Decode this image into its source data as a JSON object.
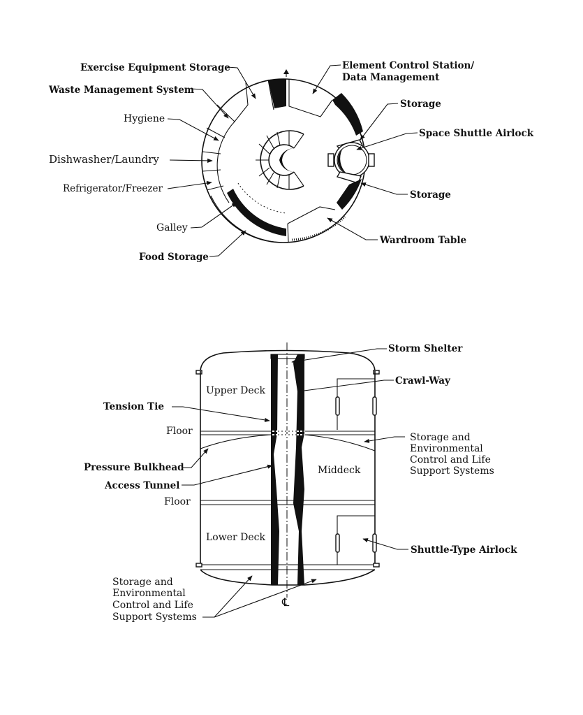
{
  "top_plan": {
    "labels": {
      "exercise": "Exercise Equipment Storage",
      "waste": "Waste Management System",
      "hygiene": "Hygiene",
      "dishwasher": "Dishwasher/Laundry",
      "refrigerator": "Refrigerator/Freezer",
      "galley": "Galley",
      "food": "Food Storage",
      "ecs_line1": "Element Control Station/",
      "ecs_line2": "Data Management",
      "storage_top": "Storage",
      "airlock": "Space Shuttle Airlock",
      "storage_bottom": "Storage",
      "wardroom": "Wardroom Table"
    }
  },
  "section_view": {
    "labels": {
      "storm": "Storm Shelter",
      "crawl": "Crawl-Way",
      "upper": "Upper Deck",
      "tension": "Tension Tie",
      "floor1": "Floor",
      "pressure": "Pressure Bulkhead",
      "access": "Access Tunnel",
      "middeck": "Middeck",
      "floor2": "Floor",
      "lower": "Lower Deck",
      "airlock": "Shuttle-Type Airlock",
      "centerline": "℄",
      "storage_right": [
        "Storage and",
        "Environmental",
        "Control and Life",
        "Support Systems"
      ],
      "storage_left": [
        "Storage and",
        "Environmental",
        "Control and Life",
        "Support Systems"
      ]
    }
  }
}
